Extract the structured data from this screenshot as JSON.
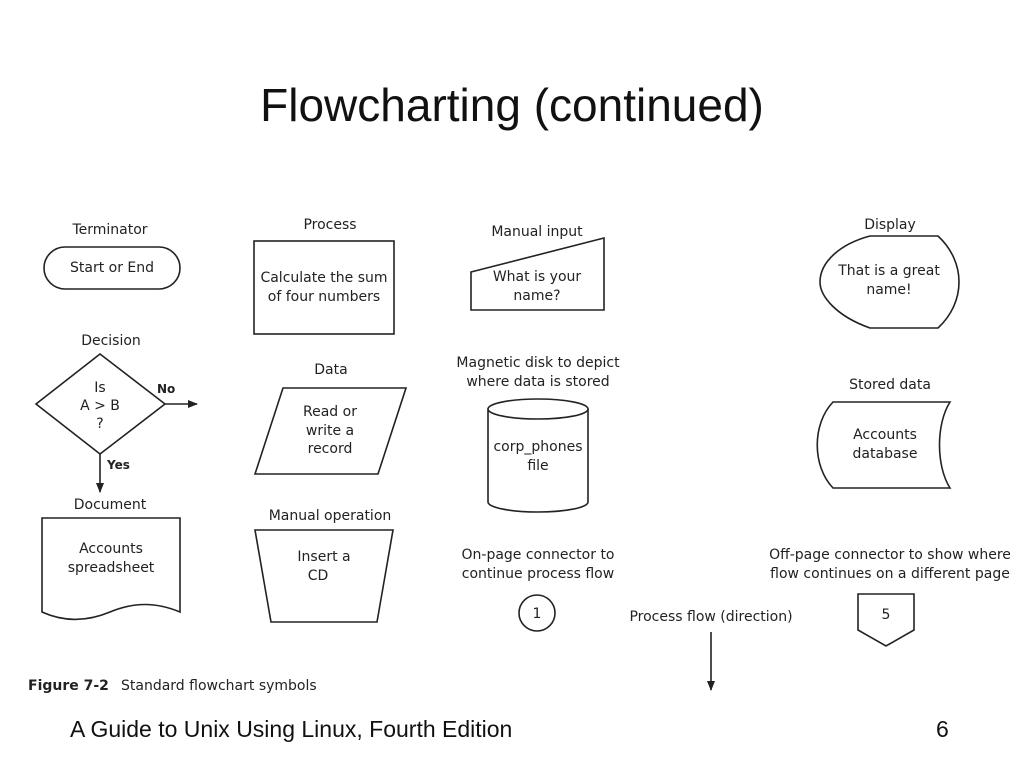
{
  "slide": {
    "title": "Flowcharting (continued)",
    "footer": "A Guide to Unix Using Linux, Fourth Edition",
    "page_number": "6"
  },
  "figure": {
    "number": "Figure 7-2",
    "caption": "Standard flowchart symbols"
  },
  "symbols": {
    "terminator": {
      "label": "Terminator",
      "text": [
        "Start or End"
      ]
    },
    "process": {
      "label": "Process",
      "text": [
        "Calculate the sum",
        "of four numbers"
      ]
    },
    "manual_input": {
      "label": "Manual input",
      "text": [
        "What is your",
        "name?"
      ]
    },
    "display": {
      "label": "Display",
      "text": [
        "That is a great",
        "name!"
      ]
    },
    "decision": {
      "label": "Decision",
      "text": [
        "Is",
        "A > B",
        "?"
      ],
      "no": "No",
      "yes": "Yes"
    },
    "data": {
      "label": "Data",
      "text": [
        "Read or",
        "write a",
        "record"
      ]
    },
    "magnetic_disk": {
      "label": [
        "Magnetic disk to depict",
        "where data is stored"
      ],
      "text": [
        "corp_phones",
        "file"
      ]
    },
    "stored_data": {
      "label": "Stored data",
      "text": [
        "Accounts",
        "database"
      ]
    },
    "document": {
      "label": "Document",
      "text": [
        "Accounts",
        "spreadsheet"
      ]
    },
    "manual_operation": {
      "label": "Manual operation",
      "text": [
        "Insert a",
        "CD"
      ]
    },
    "on_page_connector": {
      "label": [
        "On-page connector to",
        "continue process flow"
      ],
      "text": "1"
    },
    "off_page_connector": {
      "label": [
        "Off-page connector to show where",
        "flow continues on a different page"
      ],
      "text": "5"
    },
    "process_flow": {
      "label": "Process flow (direction)"
    }
  }
}
